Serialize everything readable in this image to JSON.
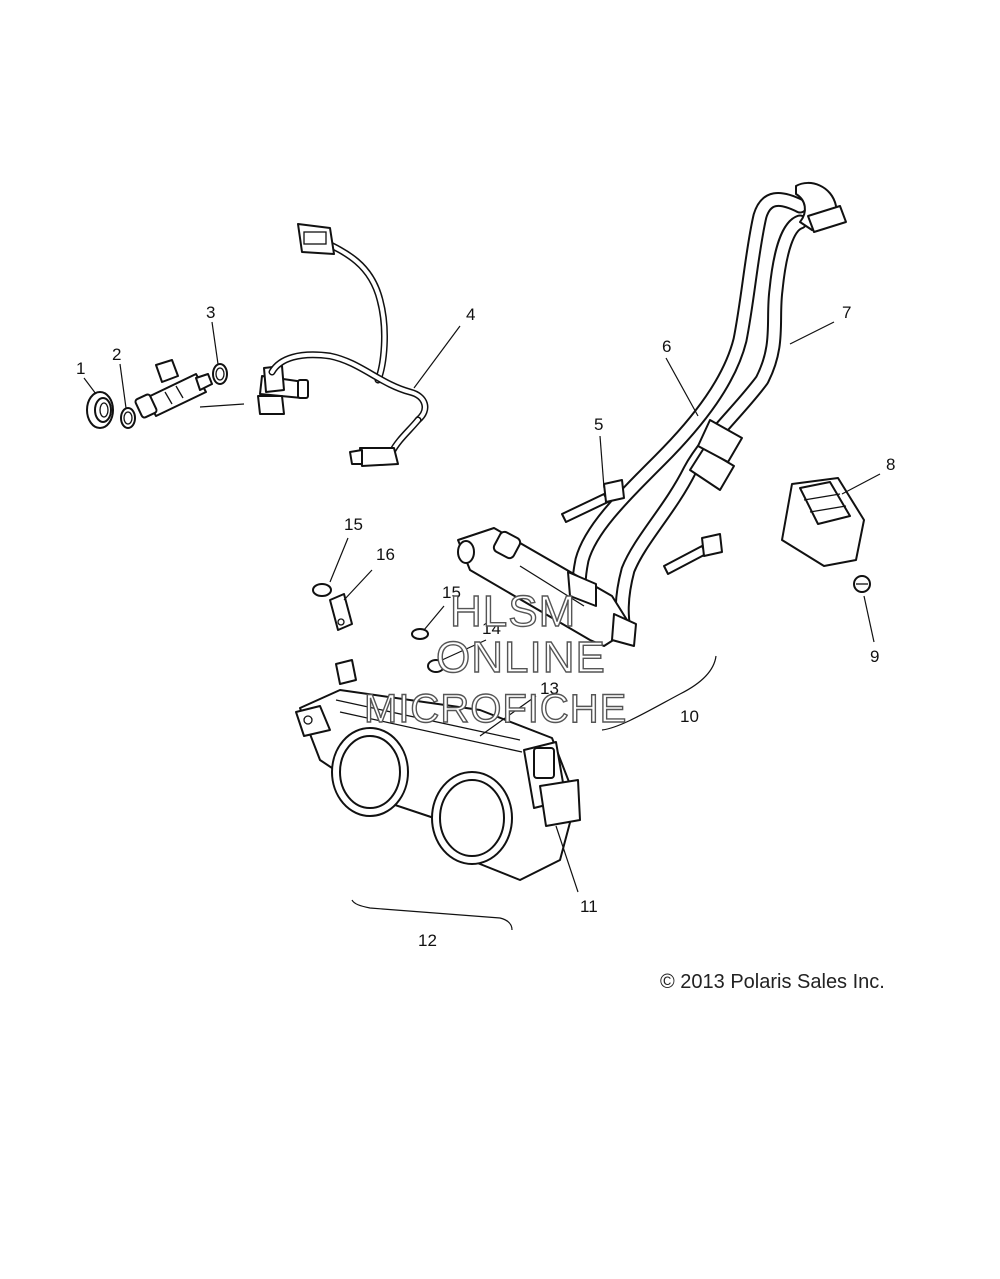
{
  "callouts": [
    {
      "id": "1",
      "text": "1"
    },
    {
      "id": "2",
      "text": "2"
    },
    {
      "id": "3",
      "text": "3"
    },
    {
      "id": "4",
      "text": "4"
    },
    {
      "id": "5",
      "text": "5"
    },
    {
      "id": "6",
      "text": "6"
    },
    {
      "id": "7",
      "text": "7"
    },
    {
      "id": "8",
      "text": "8"
    },
    {
      "id": "9",
      "text": "9"
    },
    {
      "id": "10",
      "text": "10"
    },
    {
      "id": "11",
      "text": "11"
    },
    {
      "id": "12",
      "text": "12"
    },
    {
      "id": "13",
      "text": "13"
    },
    {
      "id": "14",
      "text": "14"
    },
    {
      "id": "15a",
      "text": "15"
    },
    {
      "id": "15b",
      "text": "15"
    },
    {
      "id": "16",
      "text": "16"
    }
  ],
  "watermark": {
    "line1": "HLSM",
    "line2": "ONLINE",
    "line3": "MICROFICHE"
  },
  "copyright": "© 2013 Polaris Sales Inc."
}
